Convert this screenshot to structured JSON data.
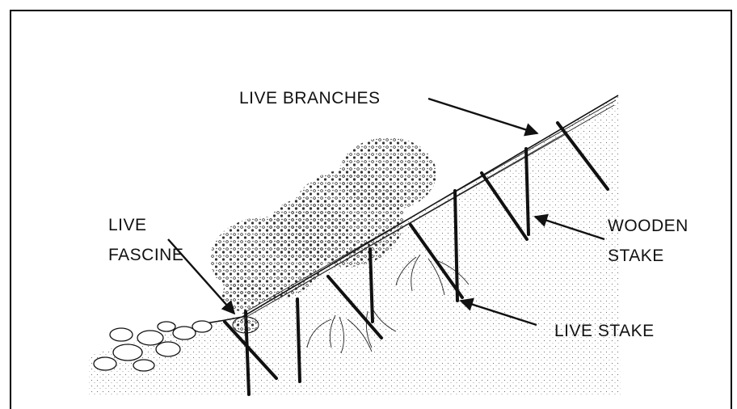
{
  "labels": {
    "live_branches": "LIVE BRANCHES",
    "live_fascine_line1": "LIVE",
    "live_fascine_line2": "FASCINE",
    "wooden_stake_line1": "WOODEN",
    "wooden_stake_line2": "STAKE",
    "live_stake": "LIVE STAKE"
  },
  "colors": {
    "ink": "#111111",
    "background": "#ffffff"
  }
}
